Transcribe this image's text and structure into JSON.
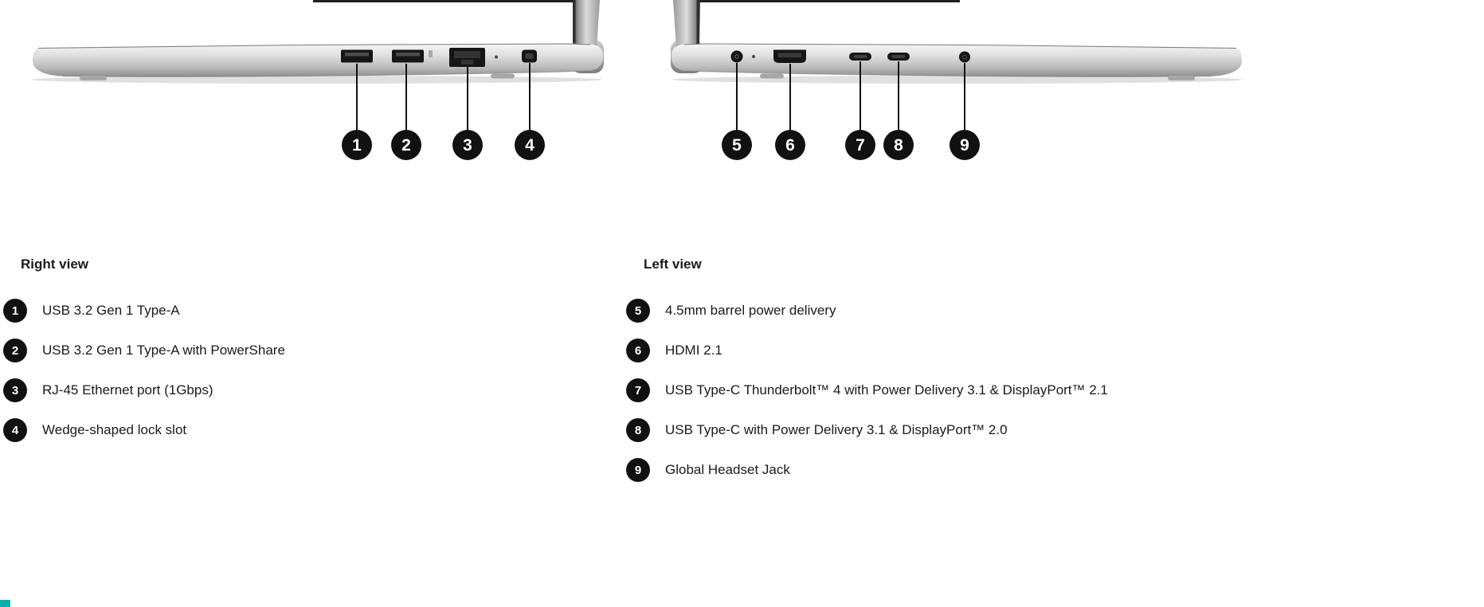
{
  "colors": {
    "background": "#ffffff",
    "callout_fill": "#111111",
    "callout_text": "#ffffff",
    "body_text": "#1a1a1e",
    "laptop_silver_light": "#f7f7f7",
    "laptop_silver_dark": "#8d8d8d",
    "port_fill": "#161616",
    "corner_accent": "#00b3ad"
  },
  "diagram": {
    "right_view": {
      "name": "Right view",
      "ports": [
        "usb-a-port",
        "usb-a-port",
        "rj45-ethernet-port",
        "wedge-lock-slot"
      ],
      "callouts": [
        {
          "number": "1"
        },
        {
          "number": "2"
        },
        {
          "number": "3"
        },
        {
          "number": "4"
        }
      ]
    },
    "left_view": {
      "name": "Left view",
      "ports": [
        "barrel-power-port",
        "hdmi-port",
        "usb-c-port",
        "usb-c-port",
        "headset-jack-port"
      ],
      "callouts": [
        {
          "number": "5"
        },
        {
          "number": "6"
        },
        {
          "number": "7"
        },
        {
          "number": "8"
        },
        {
          "number": "9"
        }
      ]
    }
  },
  "legend": {
    "right": {
      "title": "Right view",
      "items": [
        {
          "number": "1",
          "label": "USB 3.2 Gen 1 Type-A"
        },
        {
          "number": "2",
          "label": "USB 3.2 Gen 1 Type-A with PowerShare"
        },
        {
          "number": "3",
          "label": "RJ-45 Ethernet port (1Gbps)"
        },
        {
          "number": "4",
          "label": "Wedge-shaped lock slot"
        }
      ]
    },
    "left": {
      "title": "Left view",
      "items": [
        {
          "number": "5",
          "label": "4.5mm barrel power delivery"
        },
        {
          "number": "6",
          "label": "HDMI 2.1"
        },
        {
          "number": "7",
          "label": "USB Type-C Thunderbolt™ 4 with Power Delivery 3.1 & DisplayPort™ 2.1"
        },
        {
          "number": "8",
          "label": "USB Type-C with Power Delivery 3.1 & DisplayPort™ 2.0"
        },
        {
          "number": "9",
          "label": "Global Headset Jack"
        }
      ]
    }
  }
}
